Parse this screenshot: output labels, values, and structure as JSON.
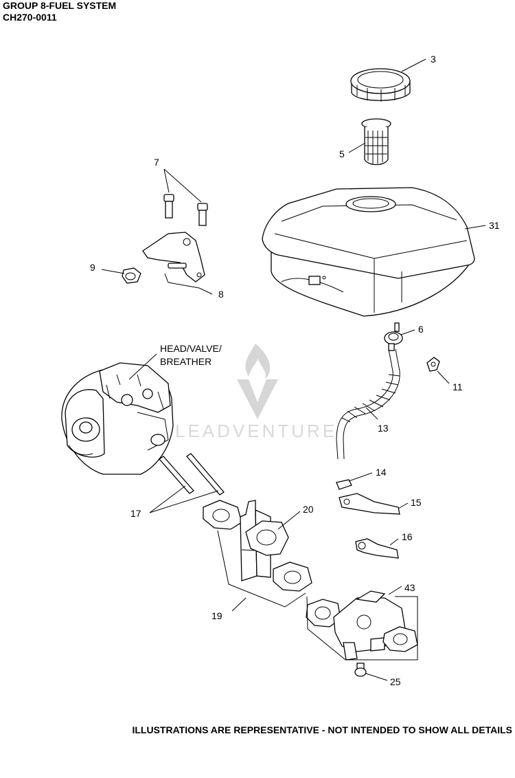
{
  "header": {
    "title": "GROUP 8-FUEL SYSTEM",
    "code": "CH270-0011"
  },
  "watermark": "LEADVENTURE",
  "callouts": {
    "c3": "3",
    "c5": "5",
    "c7": "7",
    "c31": "31",
    "c9": "9",
    "c8": "8",
    "c6": "6",
    "head1": "HEAD/VALVE/",
    "head2": "BREATHER",
    "c11": "11",
    "c13": "13",
    "c14": "14",
    "c15": "15",
    "c16": "16",
    "c17": "17",
    "c20": "20",
    "c43": "43",
    "c19": "19",
    "c25": "25"
  },
  "footer": "ILLUSTRATIONS ARE REPRESENTATIVE - NOT INTENDED TO SHOW ALL DETAILS"
}
